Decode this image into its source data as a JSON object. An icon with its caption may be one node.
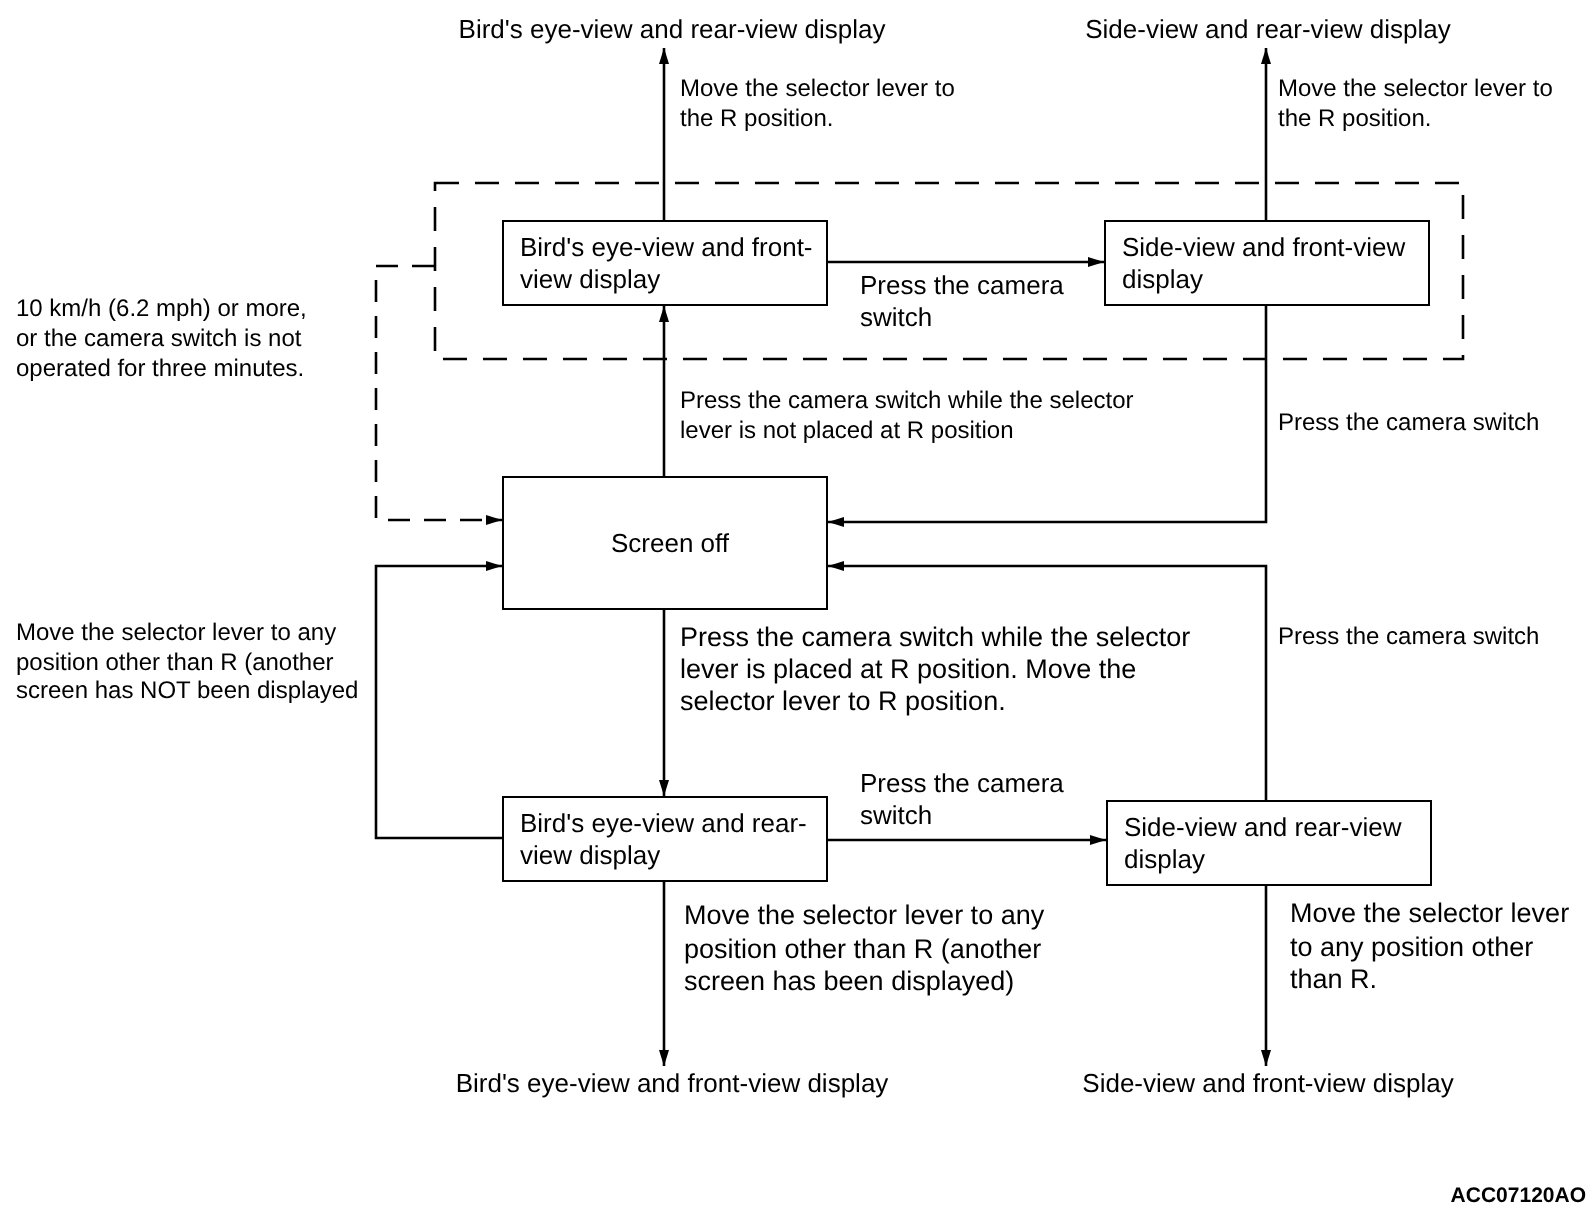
{
  "diagram": {
    "nodes": [
      {
        "text": [
          "Bird's eye-view and rear-view display"
        ]
      },
      {
        "text": [
          "Side-view and rear-view display"
        ]
      },
      {
        "text": [],
        "shape": "box"
      },
      {
        "text": [
          "Bird's eye-view and front-view display"
        ],
        "in": 2
      },
      {
        "text": [
          "Side-view and front-view display"
        ],
        "in": 2
      },
      {
        "text": [
          "Screen off"
        ]
      },
      {
        "text": [
          "Bird's eye-view and rear-view display"
        ]
      },
      {
        "text": [
          "Side-view and rear-view display"
        ]
      },
      {
        "text": [
          "Bird's eye-view and front-view display"
        ]
      },
      {
        "text": [
          "Side-view and front-view display"
        ]
      }
    ],
    "edges": [
      {
        "from": 3,
        "to": 0,
        "arrow": "to",
        "label": "Move the selector lever to the R position."
      },
      {
        "from": 4,
        "to": 1,
        "arrow": "to",
        "label": "Move the selector lever to the R position."
      },
      {
        "from": 3,
        "to": 4,
        "arrow": "to",
        "label": "Press the camera switch"
      },
      {
        "from": 5,
        "to": 3,
        "arrow": "to",
        "label": "Press the camera switch while the selector lever is not placed at R position"
      },
      {
        "from": 4,
        "to": 5,
        "arrow": "to",
        "label": "Press the camera switch"
      },
      {
        "from": 2,
        "to": 5,
        "arrow": "to",
        "style": "dashed",
        "label": "10 km/h (6.2 mph) or more, or the camera switch is not operated for three minutes."
      },
      {
        "from": 6,
        "to": 5,
        "arrow": "to",
        "label": "Move the selector lever to any position other than R (another screen has NOT been displayed"
      },
      {
        "from": 5,
        "to": 6,
        "arrow": "to",
        "label": "Press the camera switch while the selector lever is placed at R position. Move the selector lever to R position."
      },
      {
        "from": 6,
        "to": 7,
        "arrow": "to",
        "label": "Press the camera switch"
      },
      {
        "from": 7,
        "to": 5,
        "arrow": "to",
        "label": "Press the camera switch"
      },
      {
        "from": 6,
        "to": 8,
        "arrow": "to",
        "label": "Move the selector lever to any position other than R (another screen has been displayed)"
      },
      {
        "from": 7,
        "to": 9,
        "arrow": "to",
        "label": "Move the selector lever to any position other than R."
      }
    ],
    "labels": [
      "ACC07120AO"
    ]
  }
}
